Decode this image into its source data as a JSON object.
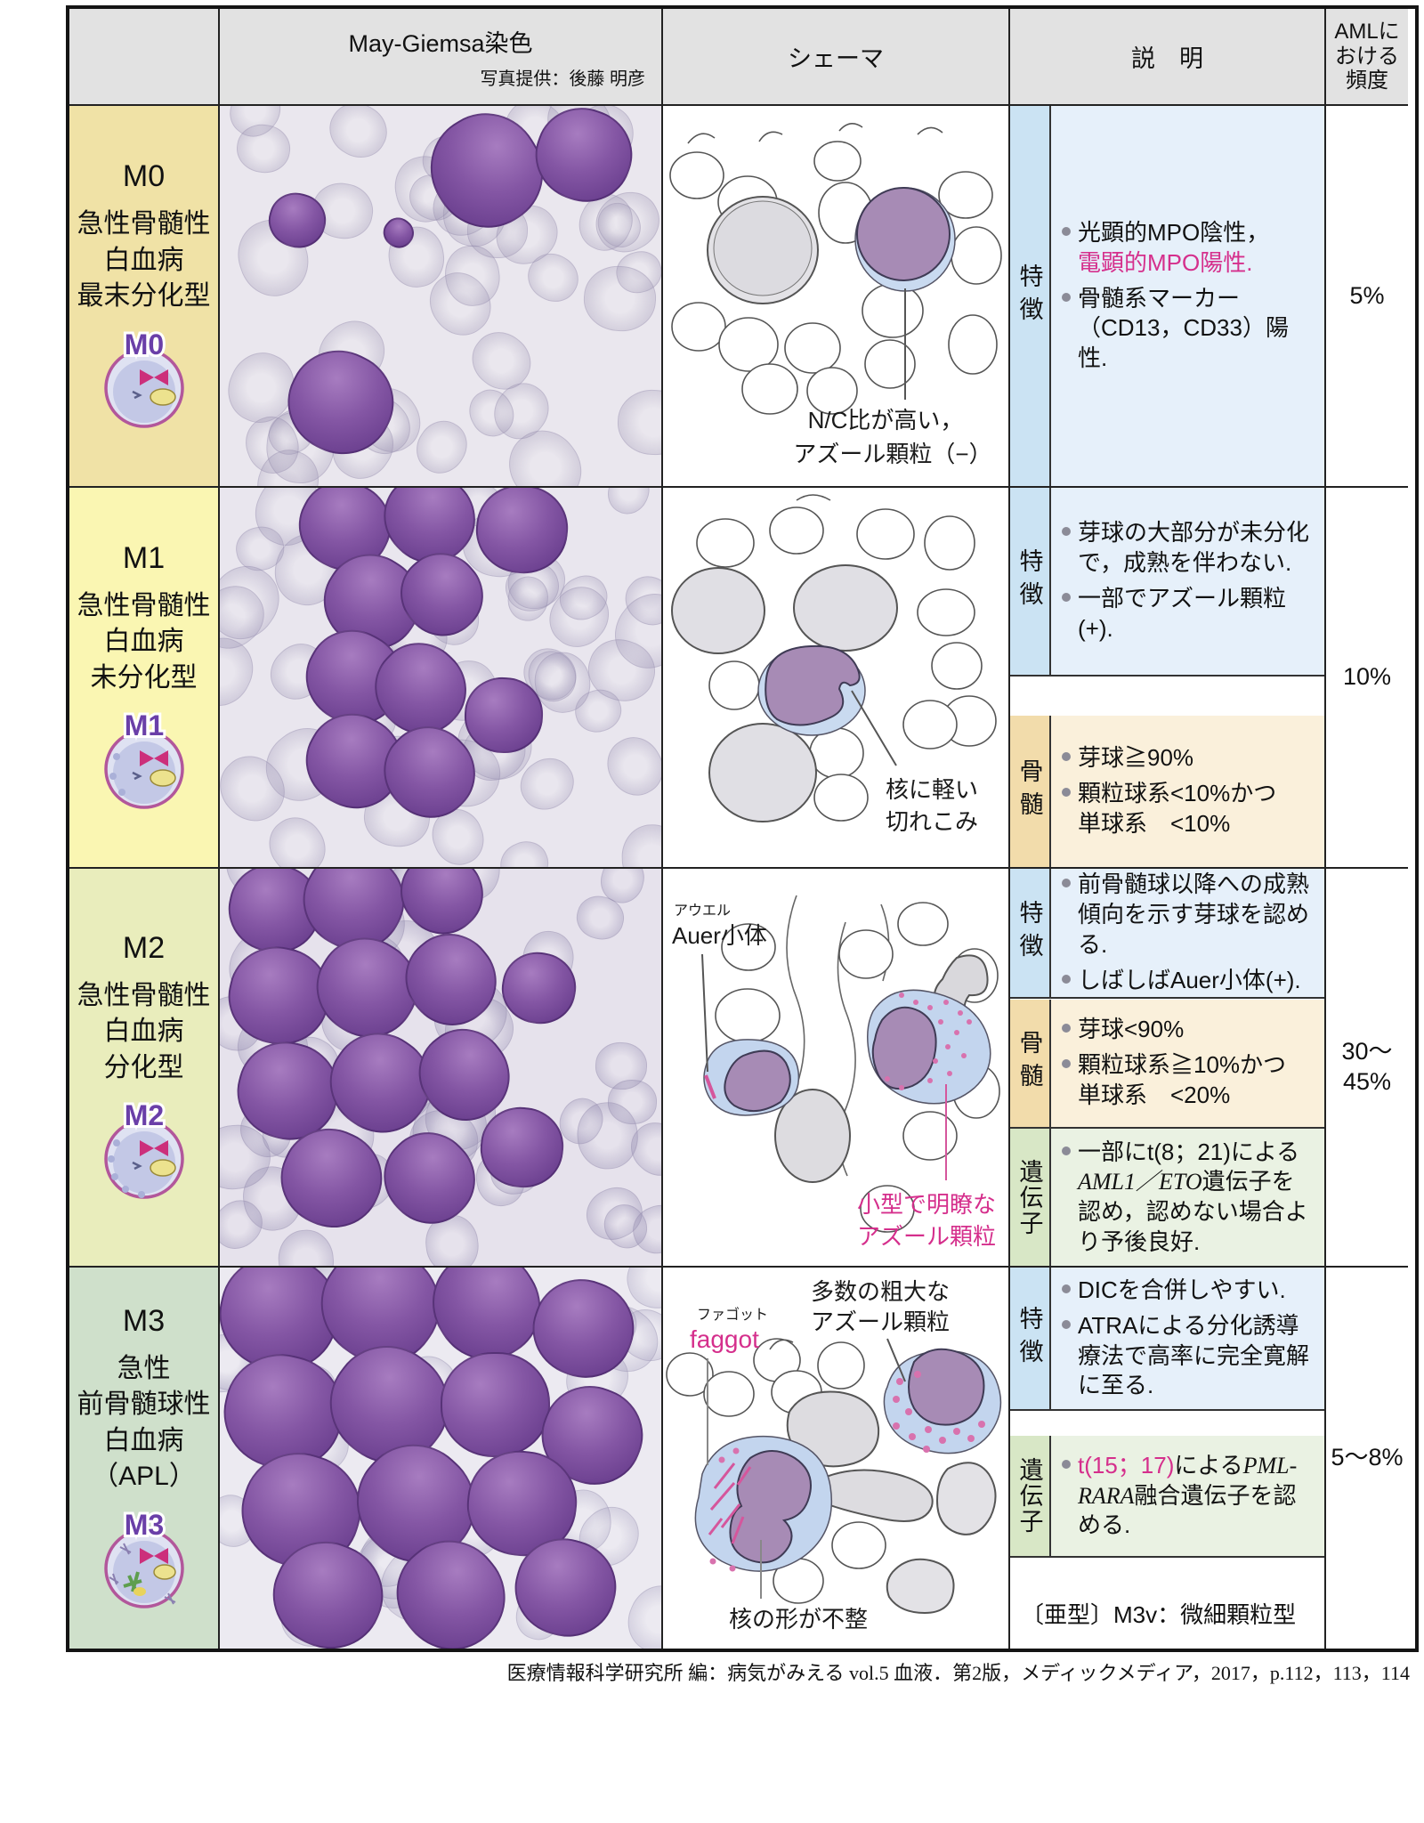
{
  "header": {
    "photo_col": "May-Giemsa染色",
    "photo_credit": "写真提供：後藤 明彦",
    "schema_col": "シェーマ",
    "desc_col": "説　明",
    "freq_col_lines": [
      "AMLに",
      "おける",
      "頻度"
    ]
  },
  "section_labels": {
    "feature": "特徴",
    "marrow": "骨髄",
    "gene": "遺伝子"
  },
  "colors": {
    "accent_pink": "#d52f8c",
    "feature_label_bg": "#cbe3f3",
    "feature_body_bg": "#e6f0fa",
    "marrow_label_bg": "#f2dcab",
    "marrow_body_bg": "#faf0db",
    "gene_label_bg": "#d8e7c6",
    "gene_body_bg": "#eaf2e3",
    "m0_label_bg": "#f0e2a6",
    "m1_label_bg": "#faf6b2",
    "m2_label_bg": "#e9edbc",
    "m3_label_bg": "#cfe0cb"
  },
  "rows": [
    {
      "code": "M0",
      "badge": "M0",
      "name_lines": [
        "急性骨髄性",
        "白血病",
        "最末分化型"
      ],
      "schema": {
        "note_lines": [
          "N/C比が高い，",
          "アズール顆粒（−）"
        ]
      },
      "desc": {
        "feat_i1a": "光顕的MPO陰性，",
        "feat_i1b": "電顕的MPO陽性.",
        "feat_i2": "骨髄系マーカー（CD13，CD33）陽性."
      },
      "freq_lines": [
        "5%"
      ]
    },
    {
      "code": "M1",
      "badge": "M1",
      "name_lines": [
        "急性骨髄性",
        "白血病",
        "未分化型"
      ],
      "schema": {
        "note_lines": [
          "核に軽い",
          "切れこみ"
        ]
      },
      "desc": {
        "feat_i1": "芽球の大部分が未分化で，成熟を伴わない.",
        "feat_i2": "一部でアズール顆粒(+).",
        "mar_i1": "芽球≧90%",
        "mar_i2a": "顆粒球系<10%かつ",
        "mar_i2b": "単球系　<10%"
      },
      "freq_lines": [
        "10%"
      ]
    },
    {
      "code": "M2",
      "badge": "M2",
      "name_lines": [
        "急性骨髄性",
        "白血病",
        "分化型"
      ],
      "schema": {
        "ruby": "アウエル",
        "auer_label": "Auer小体",
        "pink_note_lines": [
          "小型で明瞭な",
          "アズール顆粒"
        ]
      },
      "desc": {
        "feat_i1": "前骨髄球以降への成熟傾向を示す芽球を認める.",
        "feat_i2": "しばしばAuer小体(+).",
        "mar_i1": "芽球<90%",
        "mar_i2a": "顆粒球系≧10%かつ",
        "mar_i2b": "単球系　<20%",
        "gene_a": "一部にt(8；21)による",
        "gene_it": "AML1／ETO",
        "gene_b": "遺伝子を認め，認めない場合より予後良好."
      },
      "freq_lines": [
        "30〜",
        "45%"
      ]
    },
    {
      "code": "M3",
      "badge": "M3",
      "name_lines": [
        "急性",
        "前骨髄球性",
        "白血病（APL）"
      ],
      "schema": {
        "ruby": "ファゴット",
        "faggot_label": "faggot",
        "top_note_lines": [
          "多数の粗大な",
          "アズール顆粒"
        ],
        "bottom_note": "核の形が不整"
      },
      "desc": {
        "feat_i1": "DICを合併しやすい.",
        "feat_i2": "ATRAによる分化誘導療法で高率に完全寛解に至る.",
        "gene_pink": "t(15；17)",
        "gene_a": "による",
        "gene_it": "PML-RARA",
        "gene_b": "融合遺伝子を認める.",
        "subtype": "〔亜型〕M3v：微細顆粒型"
      },
      "freq_lines": [
        "5〜8%"
      ]
    }
  ],
  "footer": {
    "citation": "医療情報科学研究所 編：病気がみえる vol.5 血液．第2版，メディックメディア，2017，p.112，113，114"
  }
}
